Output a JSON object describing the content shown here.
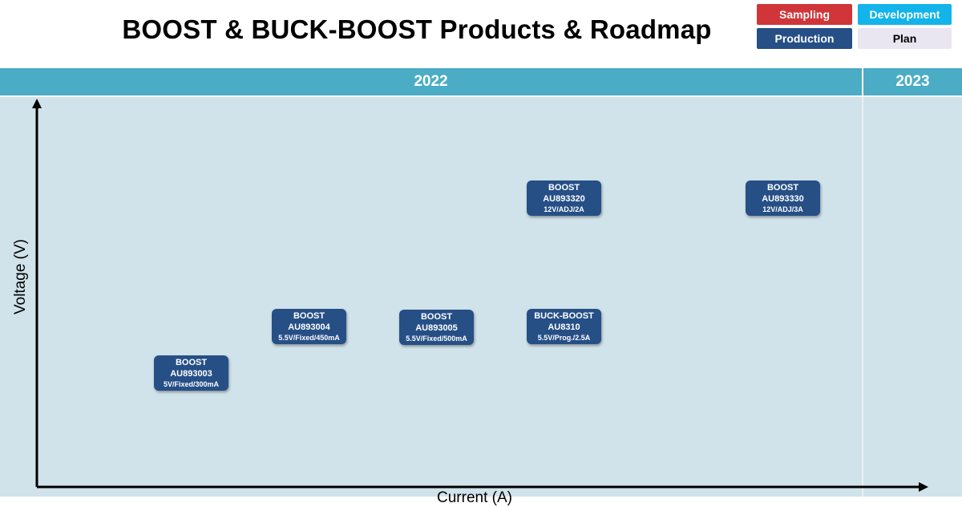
{
  "title": "BOOST & BUCK-BOOST Products & Roadmap",
  "legend": {
    "sampling": "Sampling",
    "development": "Development",
    "production": "Production",
    "plan": "Plan"
  },
  "colors": {
    "sampling": "#d0353a",
    "development": "#12b4ea",
    "production": "#264f86",
    "plan": "#e9e6f2",
    "year_bar": "#4bacc6",
    "plot_background": "#d0e2ea"
  },
  "years": [
    "2022",
    "2023"
  ],
  "axes": {
    "y_label": "Voltage (V)",
    "x_label": "Current (A)"
  },
  "products": [
    {
      "type": "BOOST",
      "part": "AU893003",
      "spec": "5V/Fixed/300mA",
      "status": "production"
    },
    {
      "type": "BOOST",
      "part": "AU893004",
      "spec": "5.5V/Fixed/450mA",
      "status": "production"
    },
    {
      "type": "BOOST",
      "part": "AU893005",
      "spec": "5.5V/Fixed/500mA",
      "status": "production"
    },
    {
      "type": "BUCK-BOOST",
      "part": "AU8310",
      "spec": "5.5V/Prog./2.5A",
      "status": "production"
    },
    {
      "type": "BOOST",
      "part": "AU893320",
      "spec": "12V/ADJ/2A",
      "status": "production"
    },
    {
      "type": "BOOST",
      "part": "AU893330",
      "spec": "12V/ADJ/3A",
      "status": "production"
    }
  ]
}
